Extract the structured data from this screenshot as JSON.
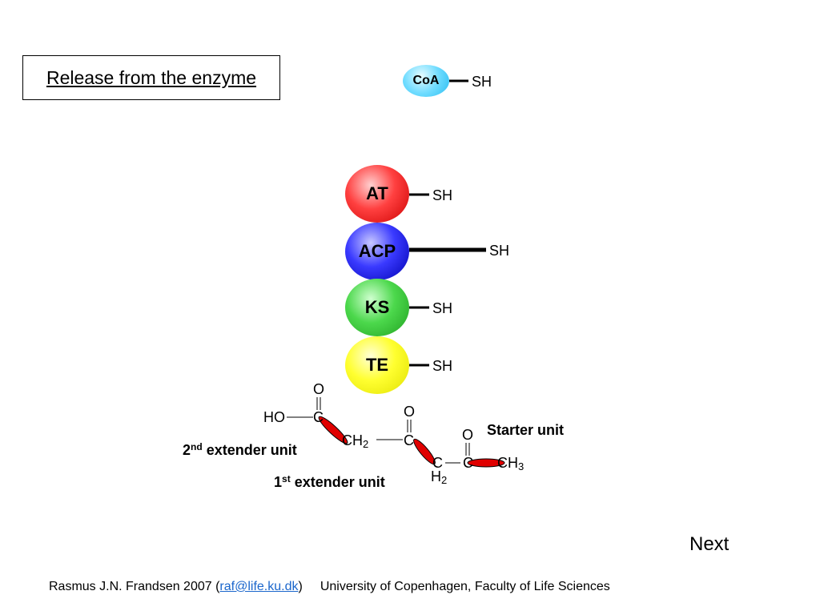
{
  "title": "Release from the enzyme",
  "coa": {
    "label": "CoA",
    "thiol": "SH"
  },
  "domains": {
    "at": {
      "label": "AT",
      "thiol": "SH"
    },
    "acp": {
      "label": "ACP",
      "thiol": "SH"
    },
    "ks": {
      "label": "KS",
      "thiol": "SH"
    },
    "te": {
      "label": "TE",
      "thiol": "SH"
    }
  },
  "molecule": {
    "ho": "HO",
    "c": "C",
    "o": "O",
    "ch": "CH",
    "h": "H",
    "sub2": "2",
    "sub3": "3"
  },
  "labels": {
    "starter_unit": "Starter unit",
    "second_num": "2",
    "second_sup": "nd",
    "second_text": " extender unit",
    "first_num": "1",
    "first_sup": "st",
    "first_text": " extender unit"
  },
  "nav": {
    "next_label": "Next"
  },
  "footer": {
    "author": "Rasmus J.N. Frandsen 2007 (",
    "email": "raf@life.ku.dk",
    "close_paren": ")",
    "institution": "University of Copenhagen, Faculty of Life Sciences"
  },
  "colors": {
    "at": "#ff3030",
    "acp": "#2020ff",
    "ks": "#40c840",
    "te": "#ffff20",
    "coa": "#4fd0f8",
    "bond_highlight": "#e00000",
    "link": "#1a66cc"
  }
}
